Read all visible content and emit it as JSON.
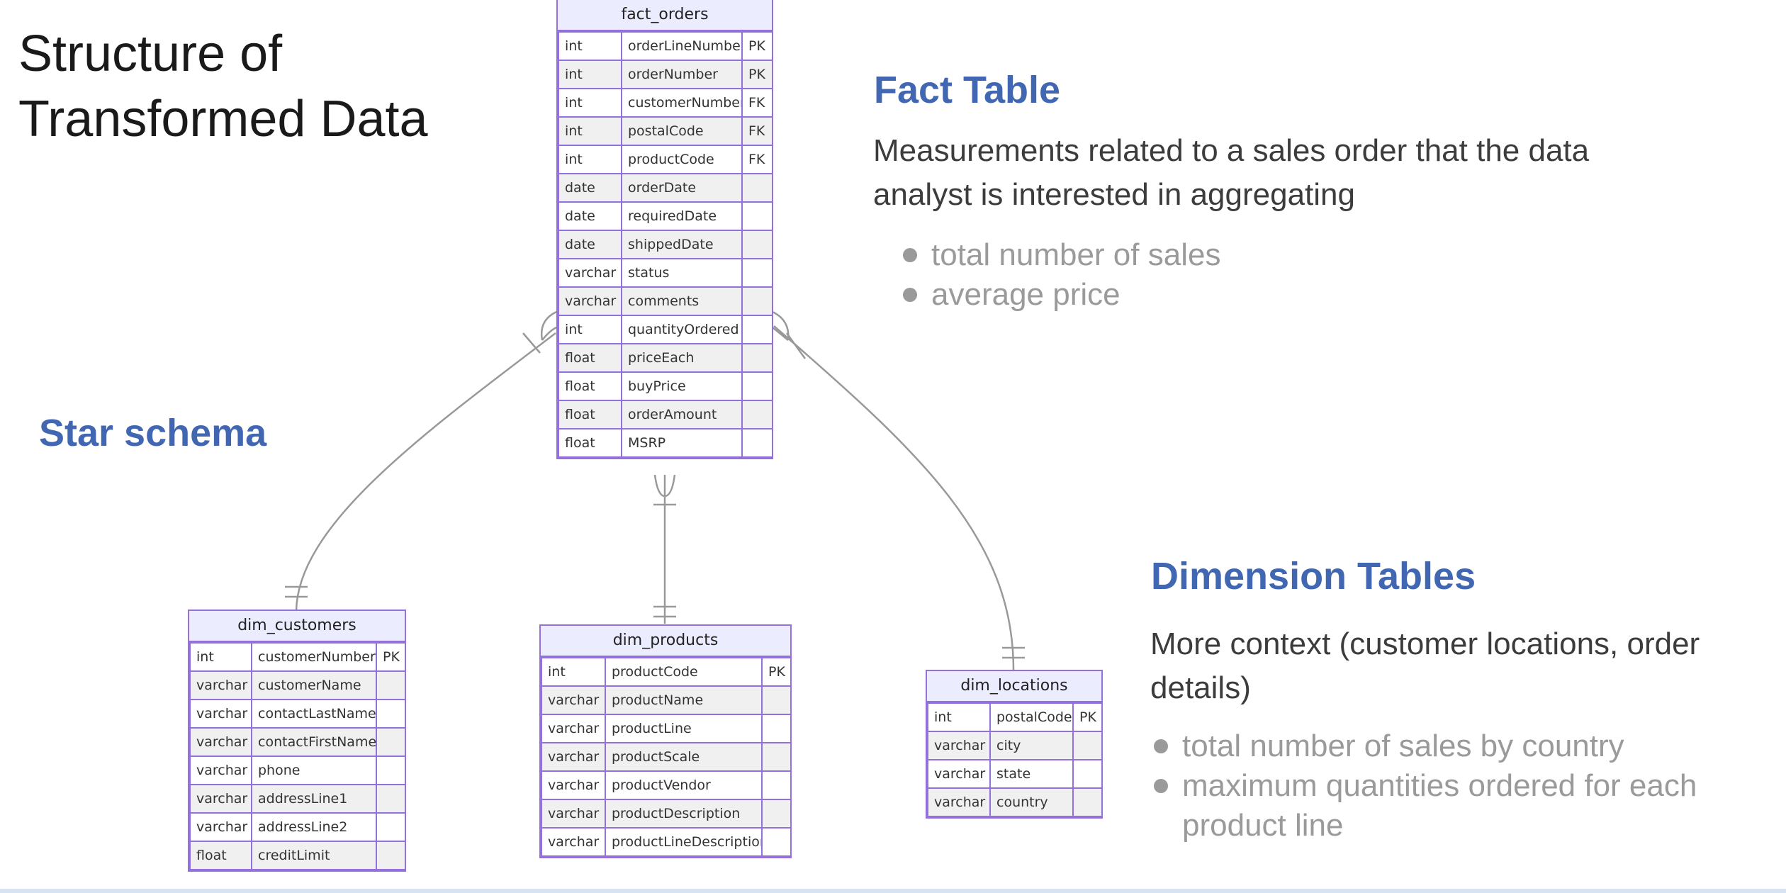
{
  "title": {
    "line1": "Structure of",
    "line2": "Transformed Data"
  },
  "star_schema_label": "Star schema",
  "fact_section": {
    "heading": "Fact Table",
    "description": "Measurements related to a sales order that the data analyst is interested in aggregating",
    "bullets": [
      "total number of sales",
      "average price"
    ]
  },
  "dimension_section": {
    "heading": "Dimension Tables",
    "description": "More context (customer locations, order details)",
    "bullets": [
      "total number of sales by country",
      "maximum quantities ordered for each product line"
    ]
  },
  "colors": {
    "heading": "#4267b2",
    "entity_border": "#9370db",
    "entity_header": "#ececff",
    "connector": "#999999"
  },
  "entities": {
    "fact_orders": {
      "name": "fact_orders",
      "rows": [
        {
          "type": "int",
          "name": "orderLineNumber",
          "key": "PK"
        },
        {
          "type": "int",
          "name": "orderNumber",
          "key": "PK"
        },
        {
          "type": "int",
          "name": "customerNumber",
          "key": "FK"
        },
        {
          "type": "int",
          "name": "postalCode",
          "key": "FK"
        },
        {
          "type": "int",
          "name": "productCode",
          "key": "FK"
        },
        {
          "type": "date",
          "name": "orderDate",
          "key": ""
        },
        {
          "type": "date",
          "name": "requiredDate",
          "key": ""
        },
        {
          "type": "date",
          "name": "shippedDate",
          "key": ""
        },
        {
          "type": "varchar",
          "name": "status",
          "key": ""
        },
        {
          "type": "varchar",
          "name": "comments",
          "key": ""
        },
        {
          "type": "int",
          "name": "quantityOrdered",
          "key": ""
        },
        {
          "type": "float",
          "name": "priceEach",
          "key": ""
        },
        {
          "type": "float",
          "name": "buyPrice",
          "key": ""
        },
        {
          "type": "float",
          "name": "orderAmount",
          "key": ""
        },
        {
          "type": "float",
          "name": "MSRP",
          "key": ""
        }
      ]
    },
    "dim_customers": {
      "name": "dim_customers",
      "rows": [
        {
          "type": "int",
          "name": "customerNumber",
          "key": "PK"
        },
        {
          "type": "varchar",
          "name": "customerName",
          "key": ""
        },
        {
          "type": "varchar",
          "name": "contactLastName",
          "key": ""
        },
        {
          "type": "varchar",
          "name": "contactFirstName",
          "key": ""
        },
        {
          "type": "varchar",
          "name": "phone",
          "key": ""
        },
        {
          "type": "varchar",
          "name": "addressLine1",
          "key": ""
        },
        {
          "type": "varchar",
          "name": "addressLine2",
          "key": ""
        },
        {
          "type": "float",
          "name": "creditLimit",
          "key": ""
        }
      ]
    },
    "dim_products": {
      "name": "dim_products",
      "rows": [
        {
          "type": "int",
          "name": "productCode",
          "key": "PK"
        },
        {
          "type": "varchar",
          "name": "productName",
          "key": ""
        },
        {
          "type": "varchar",
          "name": "productLine",
          "key": ""
        },
        {
          "type": "varchar",
          "name": "productScale",
          "key": ""
        },
        {
          "type": "varchar",
          "name": "productVendor",
          "key": ""
        },
        {
          "type": "varchar",
          "name": "productDescription",
          "key": ""
        },
        {
          "type": "varchar",
          "name": "productLineDescription",
          "key": ""
        }
      ]
    },
    "dim_locations": {
      "name": "dim_locations",
      "rows": [
        {
          "type": "int",
          "name": "postalCode",
          "key": "PK"
        },
        {
          "type": "varchar",
          "name": "city",
          "key": ""
        },
        {
          "type": "varchar",
          "name": "state",
          "key": ""
        },
        {
          "type": "varchar",
          "name": "country",
          "key": ""
        }
      ]
    }
  }
}
